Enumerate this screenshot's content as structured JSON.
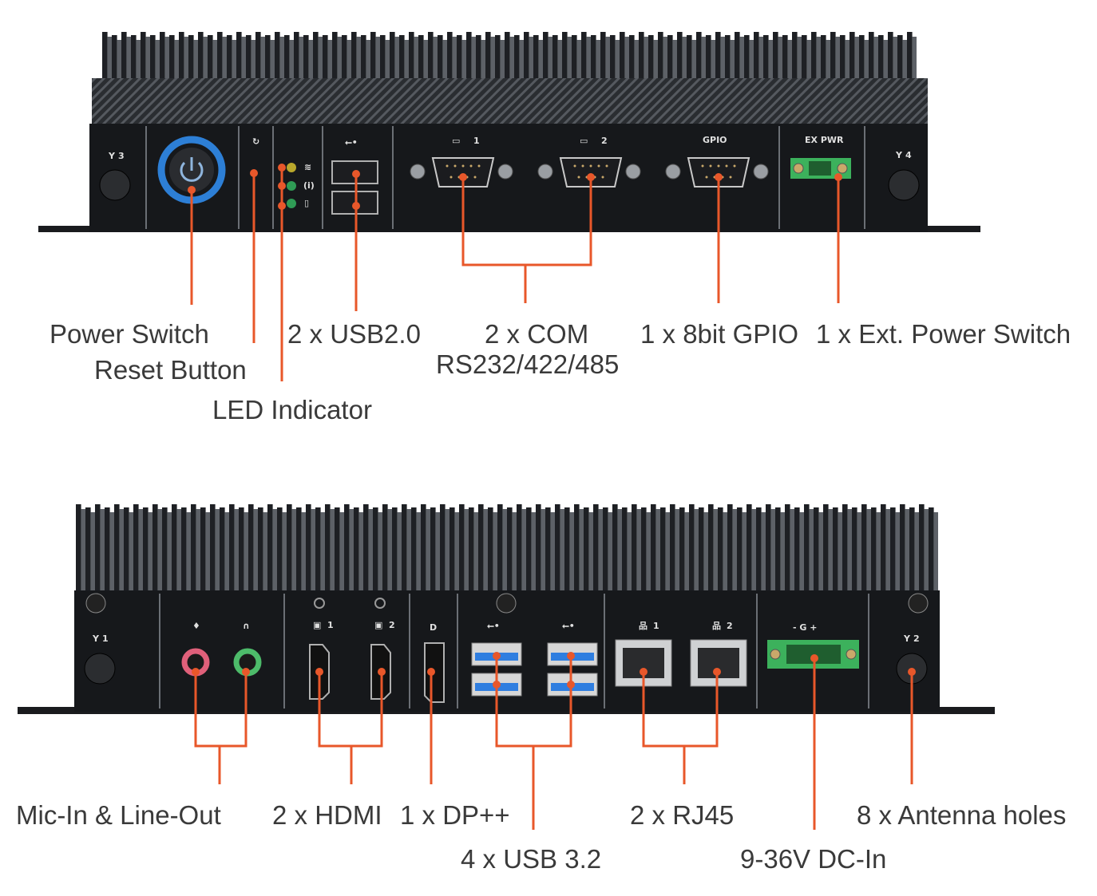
{
  "colors": {
    "accent": "#e8572a",
    "panel": "#16181b",
    "fins": "#1e2024",
    "power_ring": "#2d7fd6",
    "mic": "#e0607a",
    "line_out": "#4dbb6a",
    "usb3": "#2f7ee0",
    "terminal": "#3cb15c"
  },
  "top_panel": {
    "antenna_left": "3",
    "com1": "1",
    "com2": "2",
    "gpio": "GPIO",
    "ex_pwr": "EX  PWR",
    "antenna_right": "4"
  },
  "bottom_panel": {
    "antenna_left": "1",
    "hdmi1": "1",
    "hdmi2": "2",
    "lan1": "1",
    "lan2": "2",
    "dc_polarity": "-   G   +",
    "antenna_right": "2"
  },
  "callouts_top": {
    "power_switch": "Power Switch",
    "reset_button": "Reset Button",
    "led_indicator": "LED Indicator",
    "usb2": "2 x USB2.0",
    "com": "2 x COM",
    "com_std": "RS232/422/485",
    "gpio": "1 x 8bit GPIO",
    "ext_power": "1 x Ext. Power Switch"
  },
  "callouts_bottom": {
    "audio": "Mic-In & Line-Out",
    "hdmi": "2 x HDMI",
    "dp": "1 x DP++",
    "usb3": "4 x USB 3.2",
    "rj45": "2 x RJ45",
    "dc_in": "9-36V DC-In",
    "antenna": "8 x Antenna holes"
  }
}
